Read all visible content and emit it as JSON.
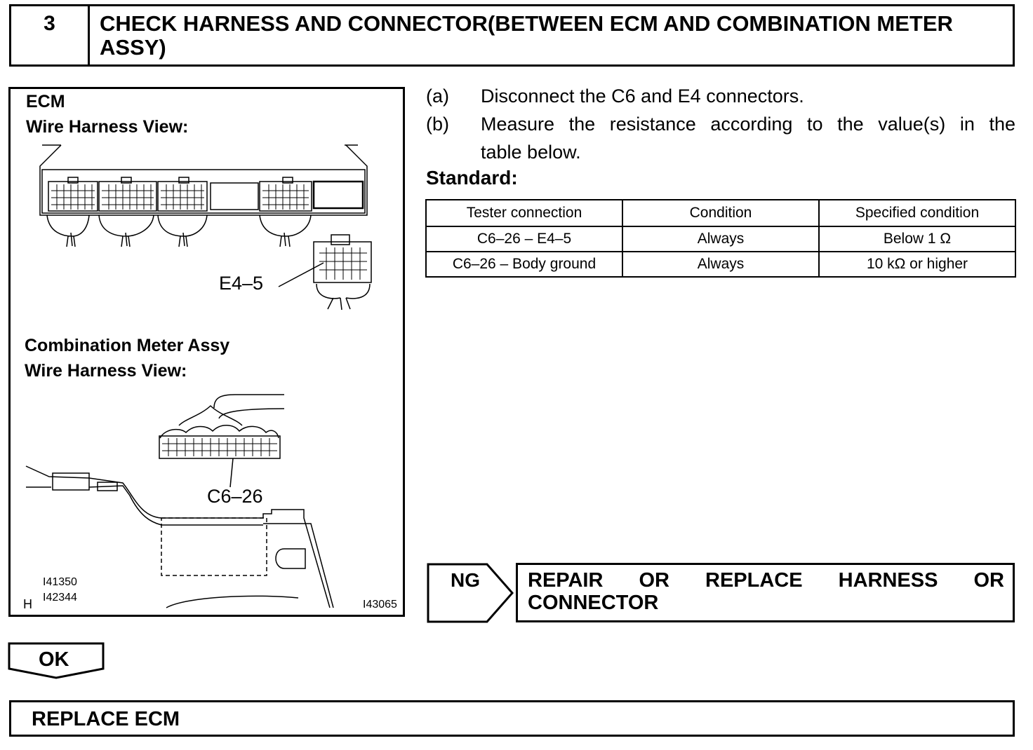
{
  "header": {
    "step_number": "3",
    "title": "CHECK HARNESS AND CONNECTOR(BETWEEN ECM AND COMBINATION METER ASSY)"
  },
  "figure": {
    "ecm_label": "ECM",
    "ecm_view_label": "Wire Harness View:",
    "e4_callout": "E4–5",
    "meter_label": "Combination Meter Assy",
    "meter_view_label": "Wire Harness View:",
    "c6_callout": "C6–26",
    "code_1": "I41350",
    "code_2": "I42344",
    "code_3": "I43065",
    "corner_letter": "H"
  },
  "steps": [
    {
      "marker": "(a)",
      "text": "Disconnect the C6 and E4 connectors."
    },
    {
      "marker": "(b)",
      "text_line1": "Measure the resistance according to the value(s) in the",
      "text_line2": "table below."
    }
  ],
  "standard_label": "Standard:",
  "table": {
    "headers": [
      "Tester connection",
      "Condition",
      "Specified condition"
    ],
    "rows": [
      [
        "C6–26 – E4–5",
        "Always",
        "Below 1 Ω"
      ],
      [
        "C6–26 – Body ground",
        "Always",
        "10 kΩ or higher"
      ]
    ]
  },
  "ng": {
    "label": "NG",
    "action_words": [
      "REPAIR",
      "OR",
      "REPLACE",
      "HARNESS",
      "OR"
    ],
    "action_line2": "CONNECTOR"
  },
  "ok": {
    "label": "OK"
  },
  "result": {
    "text": "REPLACE ECM"
  }
}
